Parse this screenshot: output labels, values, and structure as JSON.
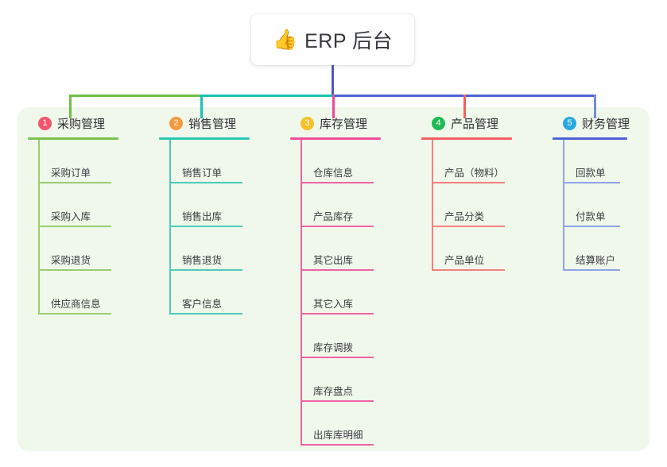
{
  "root": {
    "icon": "thumbs-up-icon",
    "emoji": "👍",
    "title": "ERP 后台"
  },
  "palette": {
    "panel_bg": "#eff8ea",
    "page_bg": "#ffffff",
    "root_trunk": "#4f57c4",
    "green": "#6fbe44",
    "teal": "#15c3b2",
    "pink": "#ec4899",
    "blue": "#4f63d6",
    "salmon": "#f4605f",
    "periwinkle": "#8fa3e8"
  },
  "connector": {
    "trunk_color": "#4f57c4",
    "segments": [
      {
        "name": "green-segment",
        "color": "#6fbe44"
      },
      {
        "name": "teal-segment",
        "color": "#15c3b2"
      },
      {
        "name": "blue-segment",
        "color": "#4f63d6"
      }
    ],
    "drops": [
      {
        "name": "drop-purchasing",
        "color": "#6fbe44"
      },
      {
        "name": "drop-sales",
        "color": "#15c3b2"
      },
      {
        "name": "drop-inventory",
        "color": "#ec4899"
      },
      {
        "name": "drop-product",
        "color": "#f4605f"
      },
      {
        "name": "drop-finance",
        "color": "#6f8de0"
      }
    ]
  },
  "columns": [
    {
      "number": "1",
      "badge_color": "#f2566e",
      "label": "采购管理",
      "rule_color": "#7cc24f",
      "line_color": "#9bcd70",
      "items": [
        {
          "label": "采购订单"
        },
        {
          "label": "采购入库"
        },
        {
          "label": "采购退货"
        },
        {
          "label": "供应商信息"
        }
      ]
    },
    {
      "number": "2",
      "badge_color": "#f79a3e",
      "label": "销售管理",
      "rule_color": "#2cc5b4",
      "line_color": "#4ccbbd",
      "items": [
        {
          "label": "销售订单"
        },
        {
          "label": "销售出库"
        },
        {
          "label": "销售退货"
        },
        {
          "label": "客户信息"
        }
      ]
    },
    {
      "number": "3",
      "badge_color": "#f6c028",
      "label": "库存管理",
      "rule_color": "#ef4f9b",
      "line_color": "#ee63a4",
      "items": [
        {
          "label": "仓库信息"
        },
        {
          "label": "产品库存"
        },
        {
          "label": "其它出库"
        },
        {
          "label": "其它入库"
        },
        {
          "label": "库存调拨"
        },
        {
          "label": "库存盘点"
        },
        {
          "label": "出库库明细"
        }
      ]
    },
    {
      "number": "4",
      "badge_color": "#1db954",
      "label": "产品管理",
      "rule_color": "#f4605f",
      "line_color": "#f5817f",
      "items": [
        {
          "label": "产品（物料）"
        },
        {
          "label": "产品分类"
        },
        {
          "label": "产品单位"
        }
      ]
    },
    {
      "number": "5",
      "badge_color": "#29a8e0",
      "label": "财务管理",
      "rule_color": "#4f63d6",
      "line_color": "#8fa3e8",
      "items": [
        {
          "label": "回款单"
        },
        {
          "label": "付款单"
        },
        {
          "label": "结算账户"
        }
      ]
    }
  ]
}
